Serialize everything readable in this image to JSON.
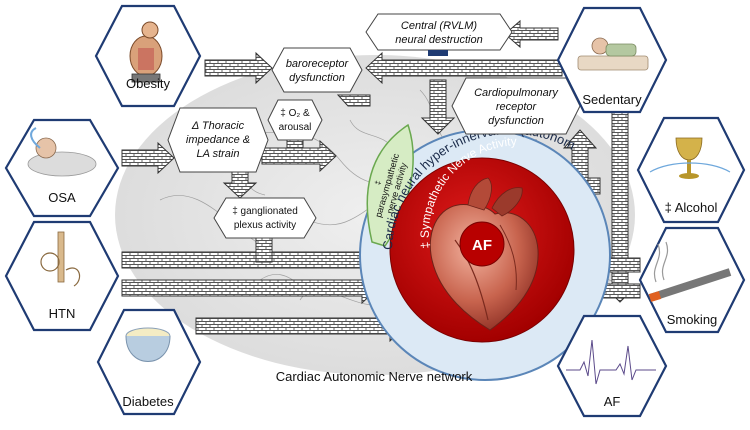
{
  "risk_factors": {
    "obesity": "Obesity",
    "osa": "OSA",
    "htn": "HTN",
    "diabetes": "Diabetes",
    "sedentary": "Sedentary",
    "alcohol": "‡ Alcohol",
    "smoking": "Smoking",
    "af": "AF"
  },
  "boxes": {
    "central_l1": "Central (RVLM)",
    "central_l2": "neural destruction",
    "baro_l1": "baroreceptor",
    "baro_l2": "dysfunction",
    "cardio_l1": "Cardiopulmonary",
    "cardio_l2": "receptor",
    "cardio_l3": "dysfunction",
    "thoracic_l1": "Δ Thoracic",
    "thoracic_l2": "impedance &",
    "thoracic_l3": "LA strain",
    "o2_l1": "‡ O₂ &",
    "o2_l2": "arousal",
    "gang_l1": "‡ ganglionated",
    "gang_l2": "plexus activity"
  },
  "center": {
    "parasympathetic_l1": "‡",
    "parasympathetic_l2": "parasympathetic",
    "parasympathetic_l3": "nerve activity",
    "hyper_innervation": "Cardiac neural hyper-innervation (autonomic remodeling)",
    "sympathetic": "‡ Sympathetic Nerve Activity",
    "af_badge": "AF"
  },
  "footer": "Cardiac Autonomic Nerve network",
  "colors": {
    "hex_border": "#1f3b73",
    "outer_circle": "#dce9f5",
    "outer_circle_border": "#5b86b8",
    "red_circle": "#c00000",
    "para_fill": "#d6ecc4",
    "para_border": "#6aa84f",
    "network_bg": "#e6e6e6"
  }
}
